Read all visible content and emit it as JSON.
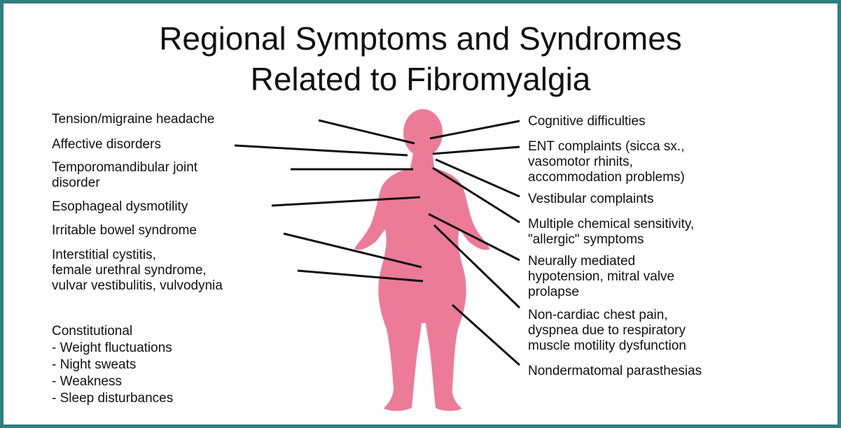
{
  "title": {
    "line1": "Regional Symptoms and Syndromes",
    "line2": "Related to Fibromyalgia"
  },
  "colors": {
    "border": "#2f7f82",
    "figure": "#ec7b98",
    "text": "#111111",
    "pointer": "#111111"
  },
  "left_labels": [
    {
      "lines": [
        "Tension/migraine headache"
      ]
    },
    {
      "lines": [
        "Affective disorders"
      ]
    },
    {
      "lines": [
        "Temporomandibular joint",
        "disorder"
      ]
    },
    {
      "lines": [
        "Esophageal dysmotility"
      ]
    },
    {
      "lines": [
        "Irritable bowel syndrome"
      ]
    },
    {
      "lines": [
        "Interstitial cystitis,",
        "female urethral syndrome,",
        "vulvar vestibulitis, vulvodynia"
      ]
    }
  ],
  "constitutional": {
    "heading": "Constitutional",
    "items": [
      "- Weight fluctuations",
      "- Night sweats",
      "- Weakness",
      "- Sleep disturbances"
    ]
  },
  "right_labels": [
    {
      "lines": [
        "Cognitive difficulties"
      ]
    },
    {
      "lines": [
        "ENT complaints (sicca sx.,",
        "vasomotor rhinits,",
        "accommodation problems)"
      ]
    },
    {
      "lines": [
        "Vestibular complaints"
      ]
    },
    {
      "lines": [
        "Multiple chemical sensitivity,",
        "\"allergic\" symptoms"
      ]
    },
    {
      "lines": [
        "Neurally mediated",
        "hypotension, mitral valve",
        "prolapse"
      ]
    },
    {
      "lines": [
        "Non-cardiac chest pain,",
        "dyspnea due to respiratory",
        "muscle motility dysfunction"
      ]
    },
    {
      "lines": [
        "Nondermatomal parasthesias"
      ]
    }
  ]
}
